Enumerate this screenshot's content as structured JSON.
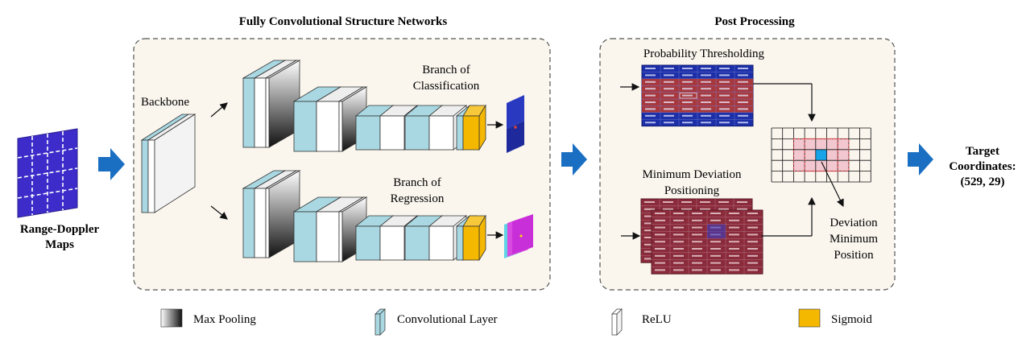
{
  "sections": {
    "fcn_title": "Fully Convolutional Structure Networks",
    "post_title": "Post Processing"
  },
  "input": {
    "label_line1": "Range-Doppler",
    "label_line2": "Maps"
  },
  "backbone": {
    "label": "Backbone"
  },
  "branches": {
    "classification": {
      "line1": "Branch of",
      "line2": "Classification"
    },
    "regression": {
      "line1": "Branch of",
      "line2": "Regression"
    }
  },
  "post": {
    "prob_threshold": "Probability Thresholding",
    "min_dev_line1": "Minimum Deviation",
    "min_dev_line2": "Positioning",
    "dev_min_line1": "Deviation",
    "dev_min_line2": "Minimum",
    "dev_min_line3": "Position"
  },
  "output": {
    "line1": "Target",
    "line2": "Coordinates:",
    "line3": "(529, 29)"
  },
  "legend": [
    {
      "icon": "max-pooling-swatch",
      "label": "Max Pooling"
    },
    {
      "icon": "conv-layer-swatch",
      "label": "Convolutional Layer"
    },
    {
      "icon": "relu-swatch",
      "label": "ReLU"
    },
    {
      "icon": "sigmoid-swatch",
      "label": "Sigmoid"
    }
  ],
  "colors": {
    "conv": "#a9d8e2",
    "relu": "#ffffff",
    "sigmoid": "#f5b800",
    "arrow": "#1b6fc2",
    "panel_bg": "#faf6ee",
    "prob_table_bg": "#1c2fa8",
    "prob_table_highlight": "#c0392b",
    "dev_table_bg": "#8a2b3b"
  }
}
